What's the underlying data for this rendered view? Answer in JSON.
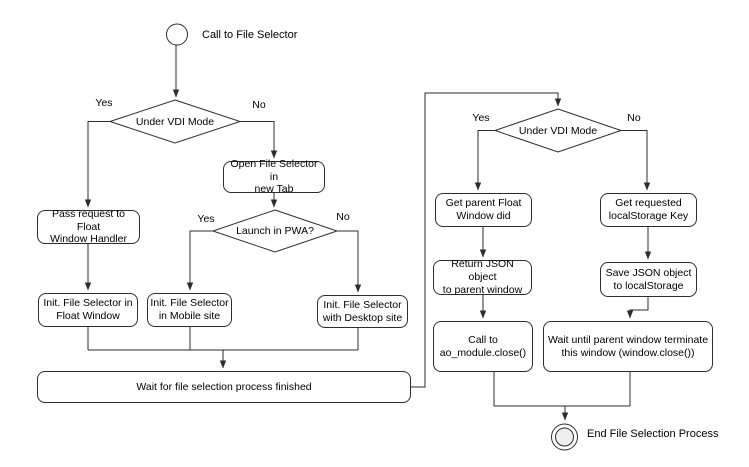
{
  "flow": {
    "colors": {
      "stroke": "#2d2d2d",
      "shape_fill": "#ffffff",
      "end_inner_fill": "#eeeeee",
      "text": "#000000"
    },
    "start": {
      "label": "Call to File Selector"
    },
    "end": {
      "label": "End File Selection Process"
    },
    "decisions": [
      {
        "label": "Under VDI Mode",
        "yes": "Yes",
        "no": "No"
      },
      {
        "label": "Launch in PWA?",
        "yes": "Yes",
        "no": "No"
      },
      {
        "label": "Under VDI Mode",
        "yes": "Yes",
        "no": "No"
      }
    ],
    "processes": {
      "pass_request": "Pass request to Float\nWindow Handler",
      "open_tab": "Open File Selector in\nnew Tab",
      "init_float": "Init. File Selector in\nFloat Window",
      "init_mobile": "Init. File Selector\nin Mobile site",
      "init_desktop": "Init. File Selector\nwith Desktop site",
      "wait_selection": "Wait for file selection process finished",
      "get_parent": "Get parent Float\nWindow did",
      "get_key": "Get requested\nlocalStorage Key",
      "return_json": "Return JSON object\nto parent window",
      "save_json": "Save JSON object\nto localStorage",
      "call_close": "Call to\nao_module.close()",
      "wait_terminate": "Wait until parent window terminate\nthis window (window.close())"
    }
  }
}
